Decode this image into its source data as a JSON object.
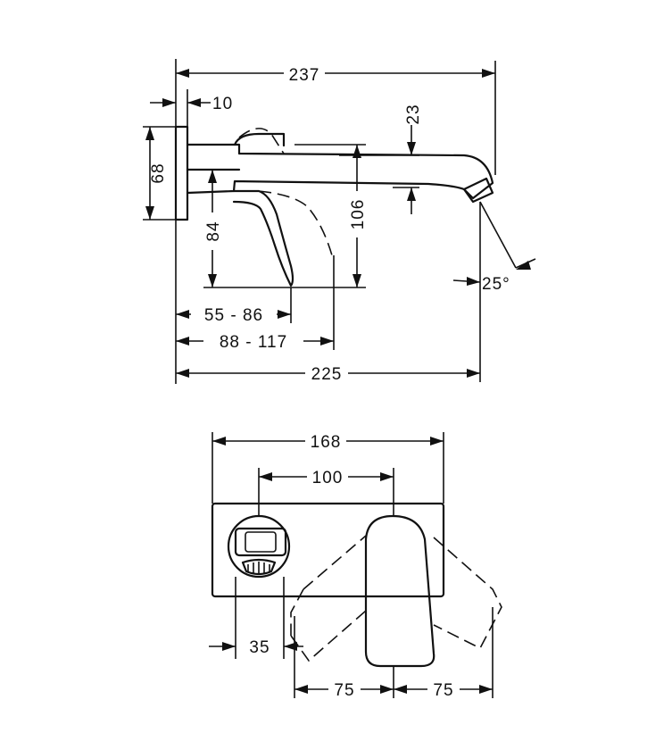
{
  "side_view": {
    "dim_overall_length": "237",
    "dim_plate_depth": "10",
    "dim_plate_height": "68",
    "dim_spout_height": "23",
    "dim_handle_drop": "84",
    "dim_total_height": "106",
    "dim_spout_angle": "25°",
    "dim_handle_range_1": "55 - 86",
    "dim_handle_range_2": "88 - 117",
    "dim_projection": "225"
  },
  "front_view": {
    "dim_plate_width": "168",
    "dim_center_distance": "100",
    "dim_handle_offset": "35",
    "dim_swing_left": "75",
    "dim_swing_right": "75"
  }
}
